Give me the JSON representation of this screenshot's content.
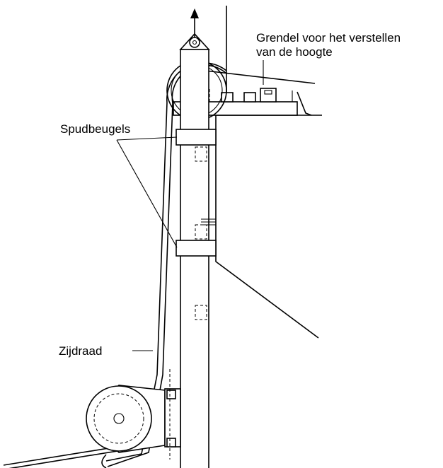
{
  "labels": {
    "grendel_line1": "Grendel voor het verstellen",
    "grendel_line2": "van de hoogte",
    "spudbeugels": "Spudbeugels",
    "zijdraad": "Zijdraad"
  },
  "colors": {
    "line": "#000000",
    "background": "#ffffff"
  }
}
